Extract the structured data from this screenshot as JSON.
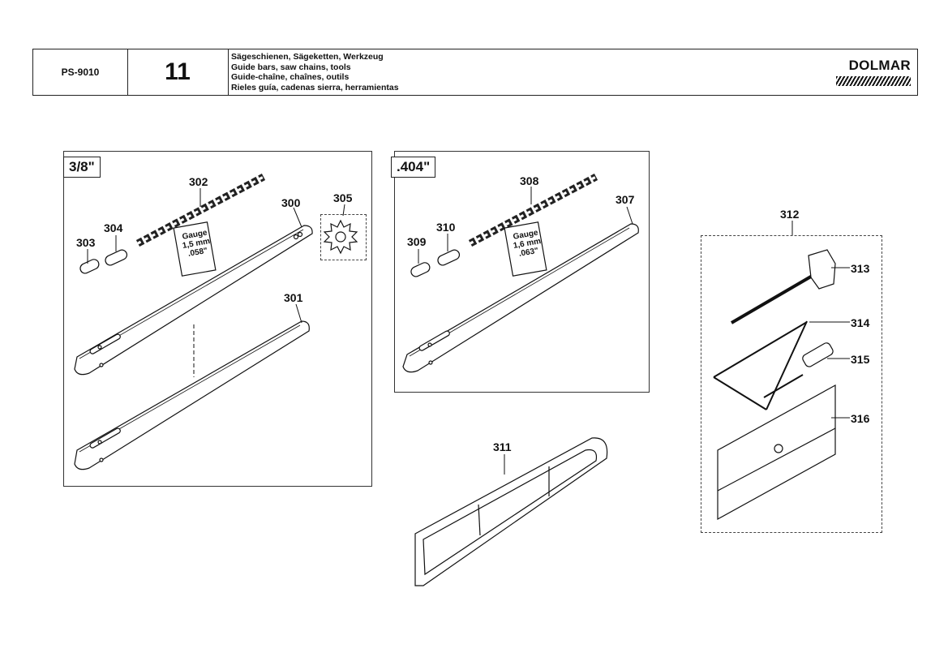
{
  "header": {
    "model": "PS-9010",
    "sheet": "11",
    "titles": [
      "Sägeschienen, Sägeketten, Werkzeug",
      "Guide bars, saw chains, tools",
      "Guide-chaîne, chaînes, outils",
      "Rieles guía, cadenas sierra, herramientas"
    ],
    "brand": "DOLMAR"
  },
  "groups": {
    "left_tag": "3/8\"",
    "middle_tag": ".404\""
  },
  "gauge_left": [
    "Gauge",
    "1,5 mm",
    ".058\""
  ],
  "gauge_mid": [
    "Gauge",
    "1,6 mm",
    ".063\""
  ],
  "parts": {
    "p300": "300",
    "p301": "301",
    "p302": "302",
    "p303": "303",
    "p304": "304",
    "p305": "305",
    "p307": "307",
    "p308": "308",
    "p309": "309",
    "p310": "310",
    "p311": "311",
    "p312": "312",
    "p313": "313",
    "p314": "314",
    "p315": "315",
    "p316": "316"
  },
  "icons": {
    "chain": "saw-chain-icon",
    "bar": "guide-bar-icon",
    "sprocket": "sprocket-icon",
    "link": "chain-link-icon",
    "wrench": "combination-wrench-icon",
    "cover": "bar-cover-icon",
    "file": "file-icon",
    "pouch": "tool-pouch-icon"
  }
}
